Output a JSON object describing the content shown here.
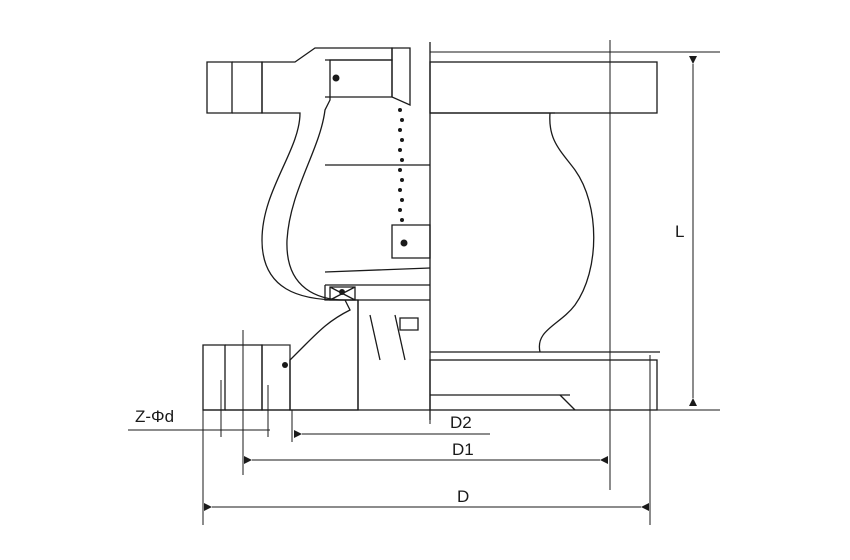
{
  "drawing": {
    "labels": {
      "bolt_holes": "Z-Φd",
      "d2": "D2",
      "d1": "D1",
      "d": "D",
      "length": "L"
    },
    "line_color": "#1a1a1a"
  }
}
